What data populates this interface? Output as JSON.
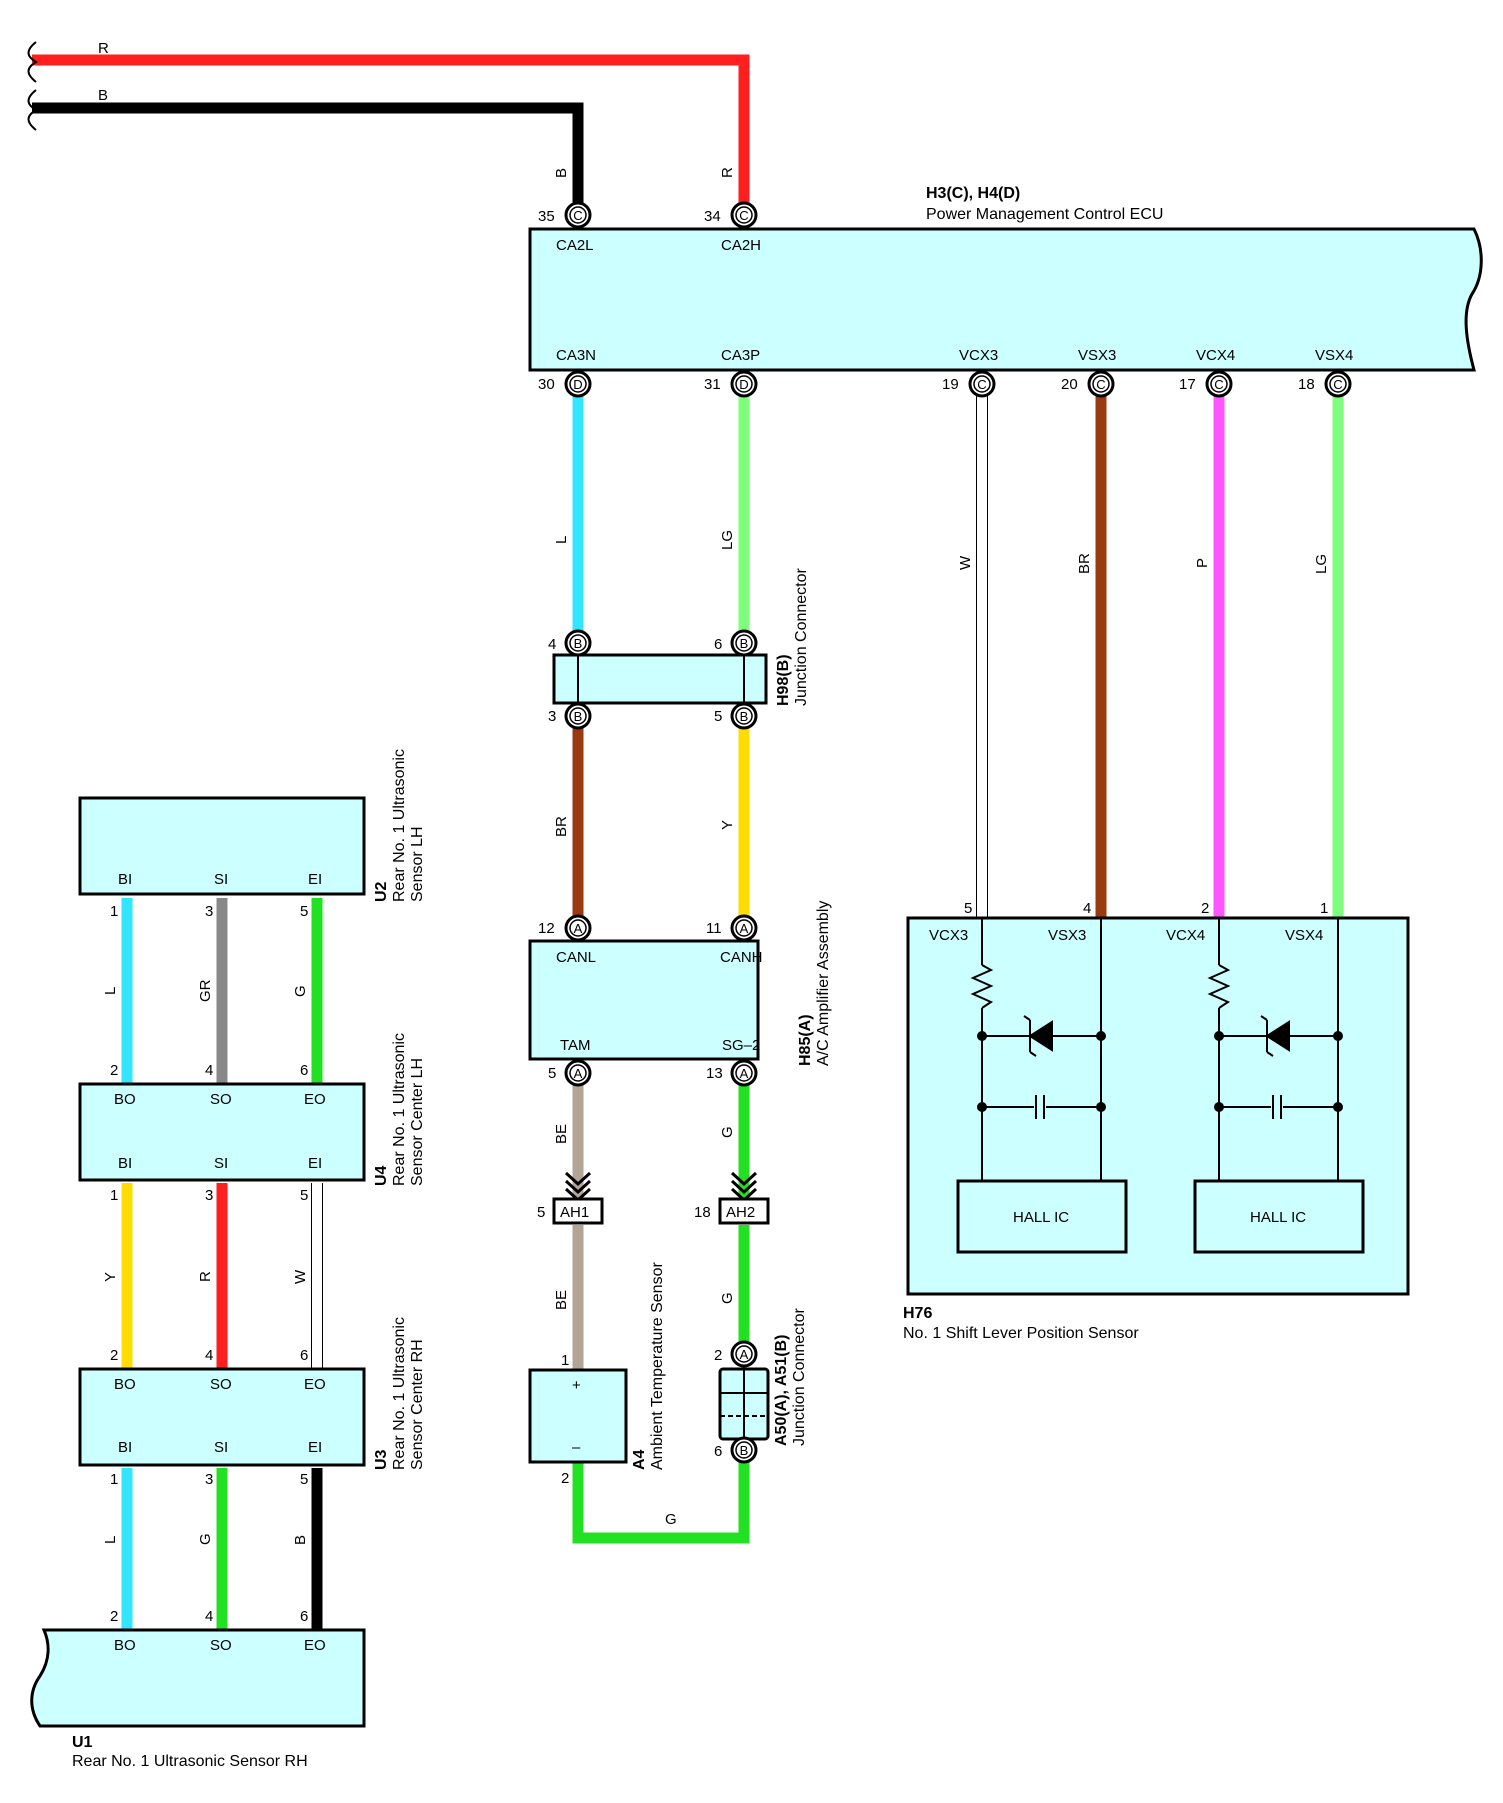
{
  "colors": {
    "R": "#ff1f1f",
    "B": "#000000",
    "L": "#33e6ff",
    "LG": "#7dff7d",
    "W": "#ffffff",
    "BR": "#9a3a10",
    "P": "#ff55ff",
    "Y": "#ffdd00",
    "BE": "#b3a596",
    "G": "#22e022",
    "GR": "#888888",
    "box": "#ccffff"
  },
  "ecu": {
    "code": "H3(C), H4(D)",
    "name": "Power Management Control ECU",
    "top_terminals": [
      {
        "pin": "35",
        "conn": "C",
        "label": "CA2L",
        "wire": "B"
      },
      {
        "pin": "34",
        "conn": "C",
        "label": "CA2H",
        "wire": "R"
      }
    ],
    "bottom_terminals": [
      {
        "pin": "30",
        "conn": "D",
        "label": "CA3N",
        "wire": "L"
      },
      {
        "pin": "31",
        "conn": "D",
        "label": "CA3P",
        "wire": "LG"
      },
      {
        "pin": "19",
        "conn": "C",
        "label": "VCX3",
        "wire": "W"
      },
      {
        "pin": "20",
        "conn": "C",
        "label": "VSX3",
        "wire": "BR"
      },
      {
        "pin": "17",
        "conn": "C",
        "label": "VCX4",
        "wire": "P"
      },
      {
        "pin": "18",
        "conn": "C",
        "label": "VSX4",
        "wire": "LG"
      }
    ]
  },
  "input_wires": {
    "r": "R",
    "b": "B"
  },
  "jc_h98": {
    "code": "H98(B)",
    "name": "Junction Connector",
    "pins": {
      "top_left": "4",
      "top_right": "6",
      "bot_left": "3",
      "bot_right": "5"
    },
    "conn": "B",
    "wire_left": "BR",
    "wire_right": "Y"
  },
  "ac_amp": {
    "code": "H85(A)",
    "name": "A/C Amplifier Assembly",
    "pins": {
      "canl": "12",
      "canh": "11",
      "tam": "5",
      "sg2": "13"
    },
    "conn": "A",
    "labels": {
      "canl": "CANL",
      "canh": "CANH",
      "tam": "TAM",
      "sg2": "SG–2"
    },
    "wire_tam": "BE",
    "wire_sg2": "G"
  },
  "ah_connectors": {
    "ah1": {
      "pin": "5",
      "label": "AH1"
    },
    "ah2": {
      "pin": "18",
      "label": "AH2"
    },
    "wire_left": "BE",
    "wire_right": "G"
  },
  "amb_sensor": {
    "code": "A4",
    "name": "Ambient Temperature Sensor",
    "pin_top": "1",
    "pin_bot": "2",
    "plus": "+",
    "minus": "–"
  },
  "jc_a50": {
    "code": "A50(A), A51(B)",
    "name": "Junction Connector",
    "pin_top": "2",
    "conn_top": "A",
    "pin_bot": "6",
    "conn_bot": "B"
  },
  "bottom_wire": "G",
  "shift_sensor": {
    "code": "H76",
    "name": "No.  1 Shift Lever Position Sensor",
    "pins": [
      "5",
      "4",
      "2",
      "1"
    ],
    "labels": [
      "VCX3",
      "VSX3",
      "VCX4",
      "VSX4"
    ],
    "ic_label": "HALL IC"
  },
  "sensors": {
    "u2": {
      "code": "U2",
      "name_line1": "Rear No.  1 Ultrasonic",
      "name_line2": "Sensor LH",
      "bot_labels": [
        "BI",
        "SI",
        "EI"
      ]
    },
    "u4": {
      "code": "U4",
      "name_line1": "Rear No.  1 Ultrasonic",
      "name_line2": "Sensor Center LH",
      "top_labels": [
        "BO",
        "SO",
        "EO"
      ],
      "bot_labels": [
        "BI",
        "SI",
        "EI"
      ]
    },
    "u3": {
      "code": "U3",
      "name_line1": "Rear No.  1 Ultrasonic",
      "name_line2": "Sensor Center RH",
      "top_labels": [
        "BO",
        "SO",
        "EO"
      ],
      "bot_labels": [
        "BI",
        "SI",
        "EI"
      ]
    },
    "u1": {
      "code": "U1",
      "name": "Rear No.  1 Ultrasonic Sensor RH",
      "top_labels": [
        "BO",
        "SO",
        "EO"
      ]
    }
  },
  "chain": {
    "seg1": {
      "top_pins": [
        "1",
        "3",
        "5"
      ],
      "bot_pins": [
        "2",
        "4",
        "6"
      ],
      "wires": [
        "L",
        "GR",
        "G"
      ]
    },
    "seg2": {
      "top_pins": [
        "1",
        "3",
        "5"
      ],
      "bot_pins": [
        "2",
        "4",
        "6"
      ],
      "wires": [
        "Y",
        "R",
        "W"
      ]
    },
    "seg3": {
      "top_pins": [
        "1",
        "3",
        "5"
      ],
      "bot_pins": [
        "2",
        "4",
        "6"
      ],
      "wires": [
        "L",
        "G",
        "B"
      ]
    }
  }
}
